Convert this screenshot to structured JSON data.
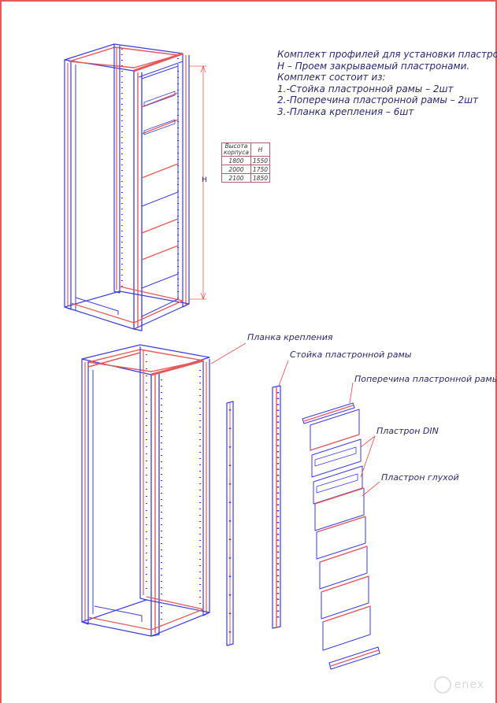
{
  "notes": {
    "title": "Комплект профилей для установки пластронов.",
    "h_definition": "H – Проем закрываемый пластронами.",
    "kit_header": "Комплект состоит из:",
    "items": [
      "1.-Стойка пластронной рамы – 2шт",
      "2.-Поперечина пластронной рамы – 2шт",
      "3.-Планка крепления – 6шт"
    ]
  },
  "dimension_label": "H",
  "height_table": {
    "header_col1": "Высота корпуса",
    "header_col2": "H",
    "rows": [
      [
        "1800",
        "1550"
      ],
      [
        "2000",
        "1750"
      ],
      [
        "2100",
        "1850"
      ]
    ]
  },
  "callouts": {
    "mounting_strip": "Планка крепления",
    "frame_post": "Стойка пластронной рамы",
    "crossbar": "Поперечина пластронной рамы",
    "din_panel": "Пластрон DIN",
    "blank_panel": "Пластрон глухой"
  },
  "colors": {
    "frame": "#e35a5a",
    "outline": "#3b3bd6",
    "accent": "#c83232"
  },
  "logo": {
    "text": "enex"
  }
}
